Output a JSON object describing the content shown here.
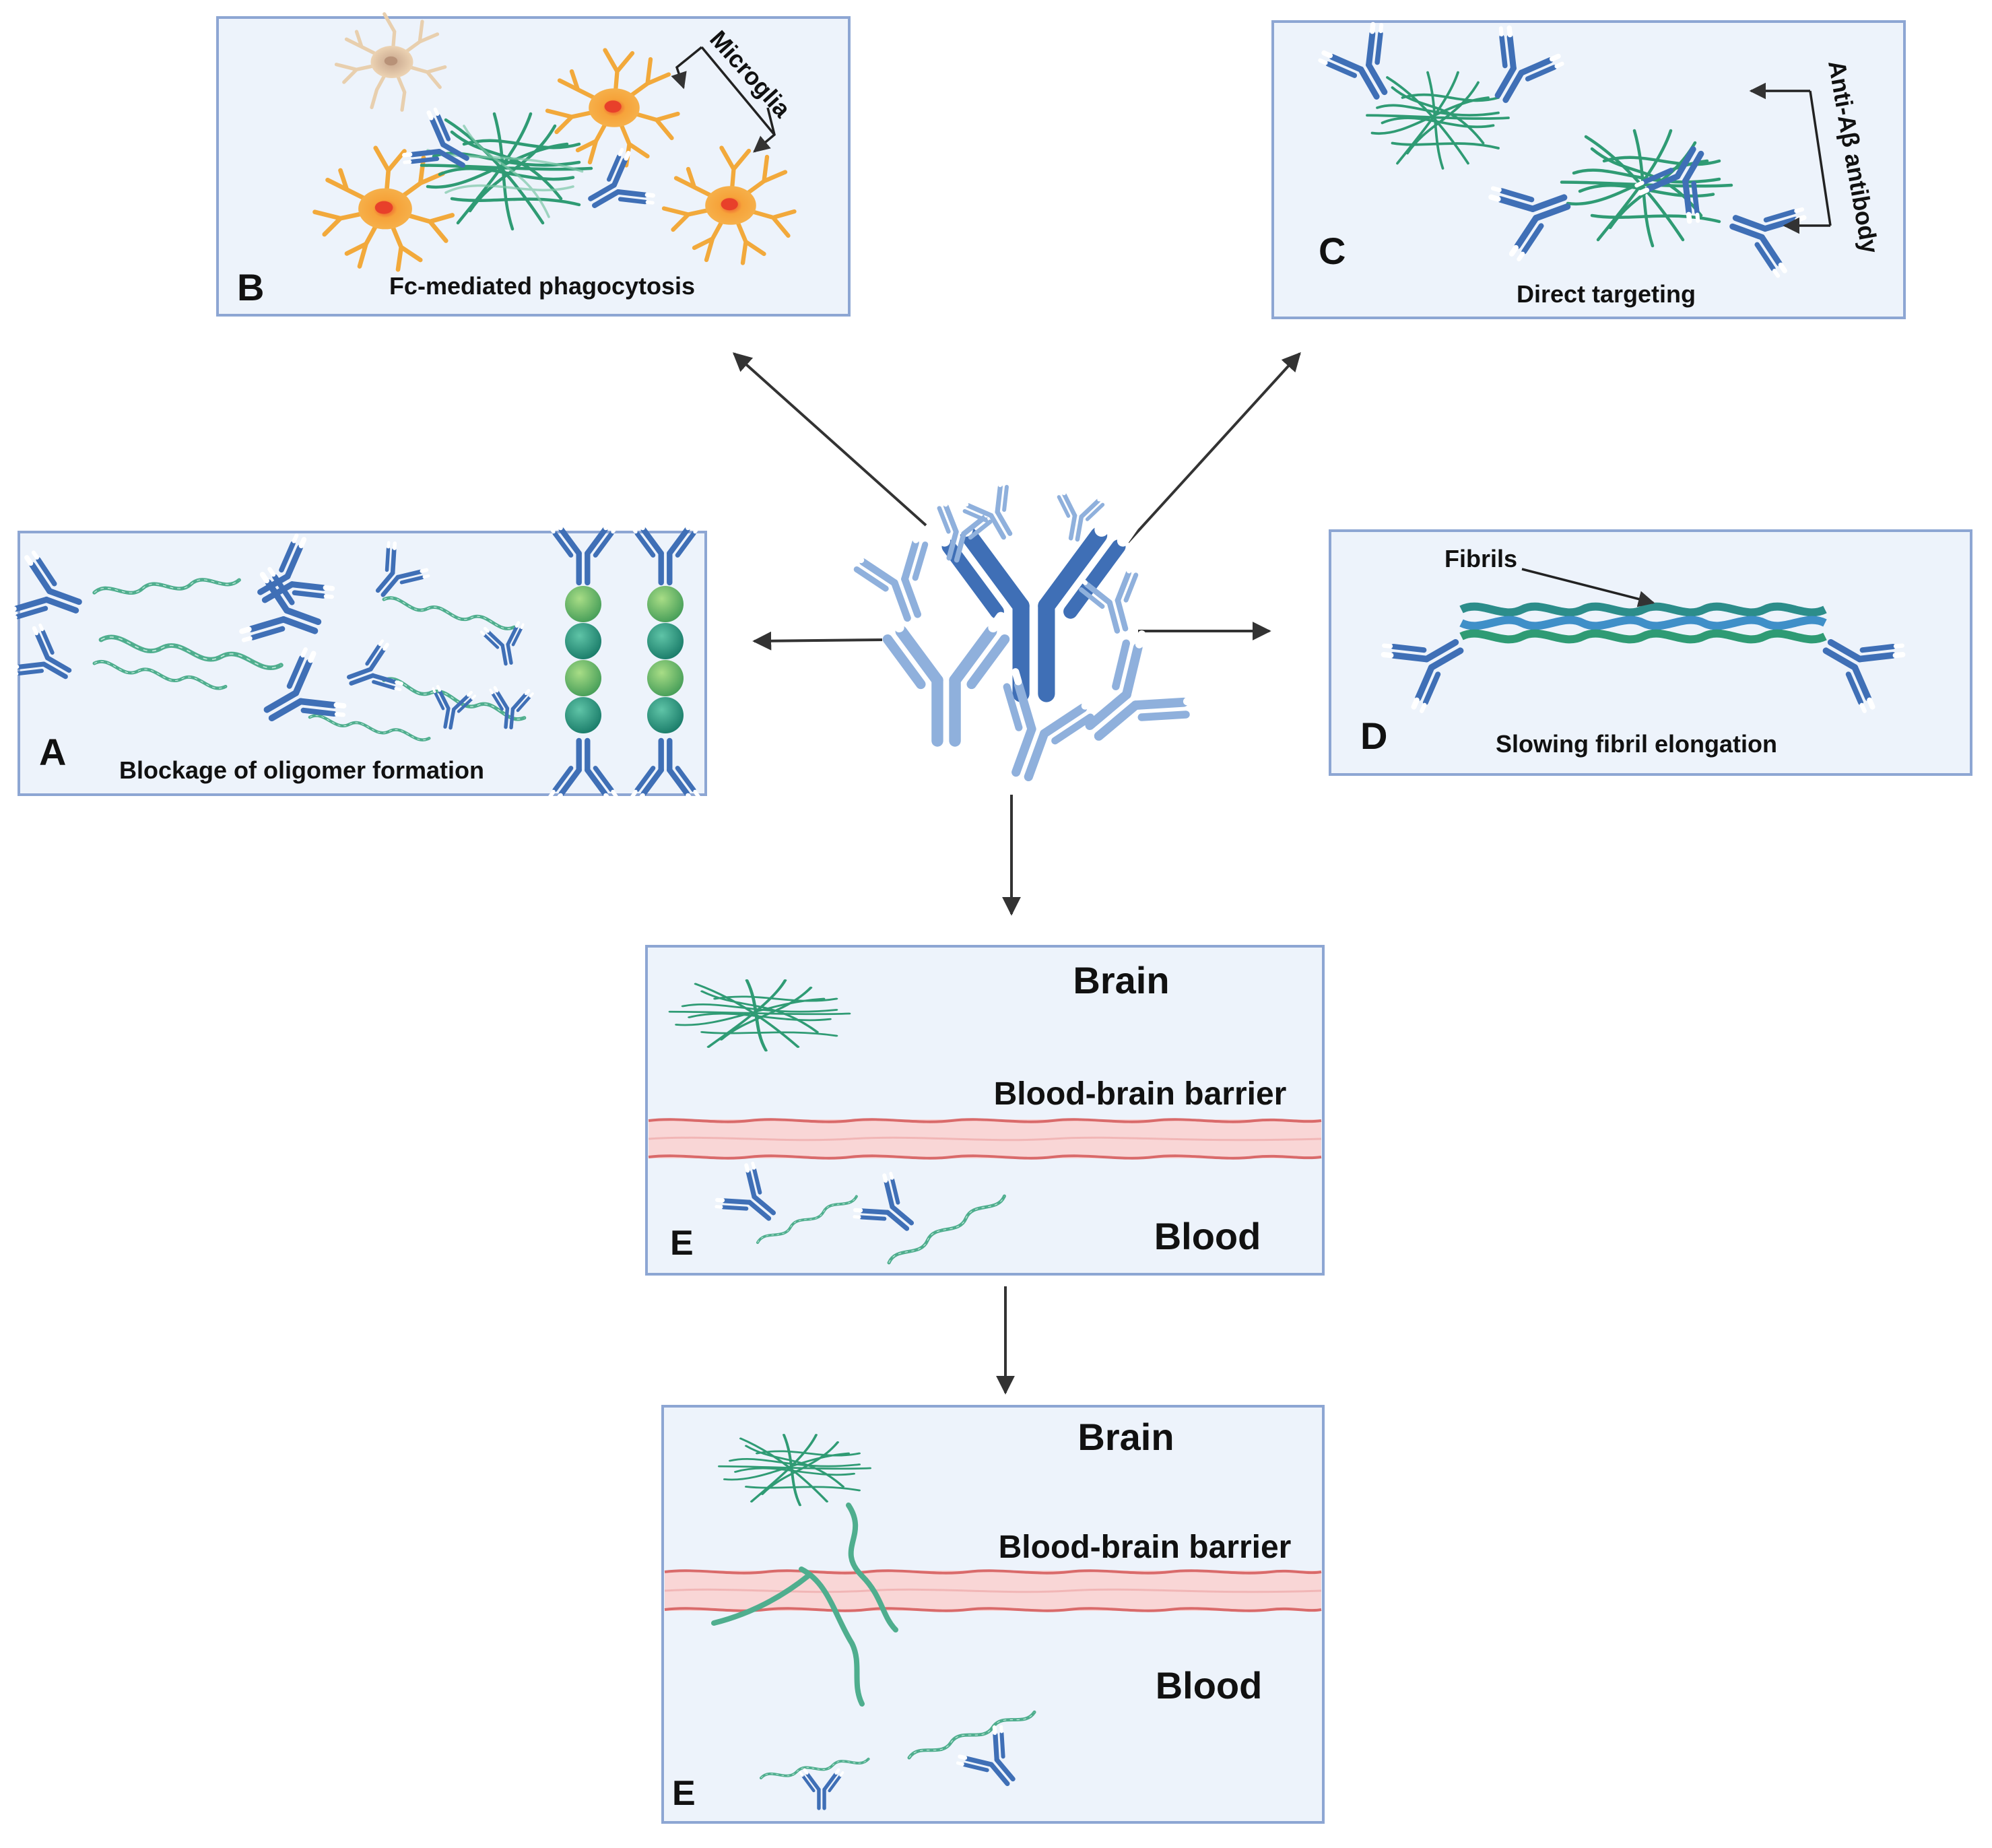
{
  "colors": {
    "panel_fill": "#edf3fb",
    "panel_border": "#8da6d3",
    "antibody_dark": "#3f6fb6",
    "antibody_light": "#8fb0dc",
    "amyloid_green": "#2f9b74",
    "microglia_orange": "#f2a93b",
    "microglia_faded": "#e8cfae",
    "oligomer_green": "#6cbf5b",
    "barrier_pink": "#f4c9c9",
    "barrier_red": "#d96a6a",
    "arrow": "#333333"
  },
  "panels": {
    "b": {
      "letter": "B",
      "caption": "Fc-mediated phagocytosis",
      "callout": "Microglia"
    },
    "c": {
      "letter": "C",
      "caption": "Direct targeting",
      "callout": "Anti-Aβ antibody"
    },
    "a": {
      "letter": "A",
      "caption": "Blockage of oligomer formation"
    },
    "d": {
      "letter": "D",
      "caption": "Slowing fibril elongation",
      "callout": "Fibrils"
    },
    "e1": {
      "letter": "E",
      "brain": "Brain",
      "barrier": "Blood-brain barrier",
      "blood": "Blood"
    },
    "e2": {
      "letter": "E",
      "brain": "Brain",
      "barrier": "Blood-brain barrier",
      "blood": "Blood"
    }
  },
  "icons": {
    "antibody": "y-shaped-antibody-icon",
    "plaque": "amyloid-plaque-icon",
    "microglia": "microglia-cell-icon",
    "oligomer": "oligomer-bead-icon",
    "fibril": "fibril-strand-icon",
    "arrow": "arrow-icon"
  }
}
